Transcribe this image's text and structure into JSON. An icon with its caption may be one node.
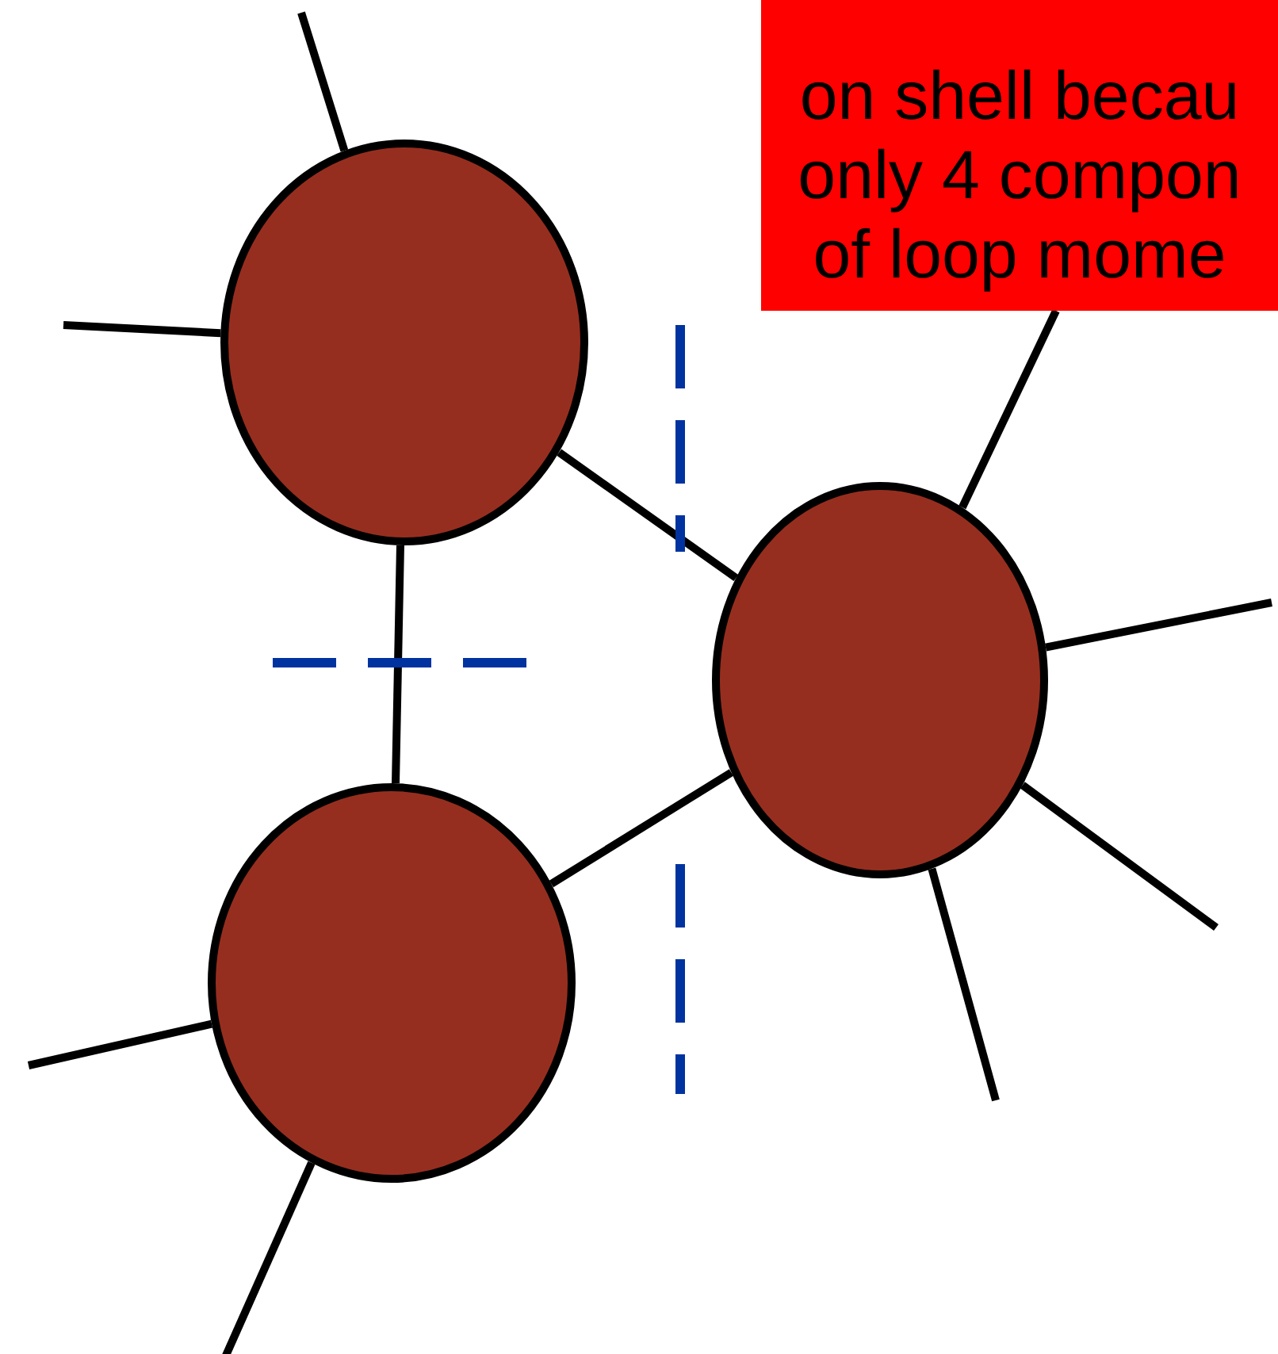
{
  "diagram": {
    "nodes": [
      {
        "text": [],
        "shape": "circle"
      },
      {
        "text": [],
        "shape": "circle"
      },
      {
        "text": [],
        "shape": "circle"
      },
      {
        "text": [
          "on shell becau only 4 compon of loop mome"
        ]
      }
    ],
    "edges": [
      {
        "from": 0,
        "to": null,
        "arrow": "none"
      },
      {
        "from": 0,
        "to": null,
        "arrow": "none"
      },
      {
        "from": 0,
        "to": 1,
        "arrow": "none"
      },
      {
        "from": 0,
        "to": 2,
        "arrow": "none"
      },
      {
        "from": 1,
        "to": 3,
        "arrow": "none"
      },
      {
        "from": 1,
        "to": null,
        "arrow": "none"
      },
      {
        "from": 1,
        "to": null,
        "arrow": "none"
      },
      {
        "from": 1,
        "to": null,
        "arrow": "none"
      },
      {
        "from": 2,
        "to": 1,
        "arrow": "none"
      },
      {
        "from": 2,
        "to": null,
        "arrow": "none"
      },
      {
        "from": 2,
        "to": null,
        "arrow": "none"
      }
    ]
  }
}
